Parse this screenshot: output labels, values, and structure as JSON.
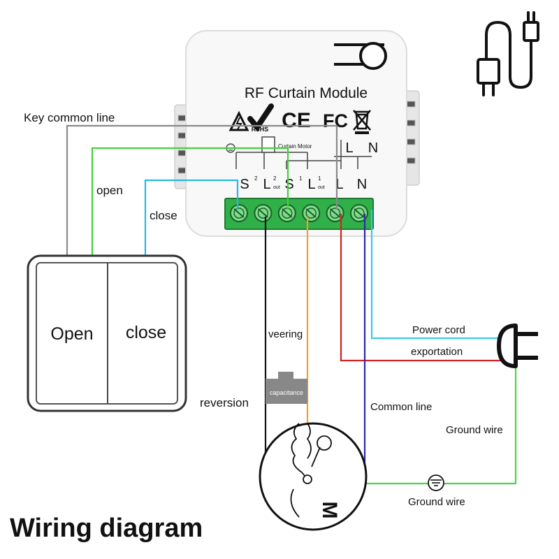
{
  "module": {
    "title": "RF Curtain Module",
    "cert_marks": [
      "RoHS",
      "CE",
      "FC"
    ],
    "inner_label": "Curtain Motor",
    "top_terminals": [
      "L",
      "N"
    ],
    "terminals": [
      {
        "main": "S",
        "sup": "2",
        "sub": ""
      },
      {
        "main": "L",
        "sup": "2",
        "sub": "out"
      },
      {
        "main": "S",
        "sup": "1",
        "sub": ""
      },
      {
        "main": "L",
        "sup": "1",
        "sub": "out"
      },
      {
        "main": "L",
        "sup": "",
        "sub": ""
      },
      {
        "main": "N",
        "sup": "",
        "sub": ""
      }
    ]
  },
  "labels": {
    "key_common_line": "Key common line",
    "open_wire": "open",
    "close_wire": "close",
    "veering": "veering",
    "reversion": "reversion",
    "capacitance": "capacitance",
    "power_cord": "Power cord",
    "exportation": "exportation",
    "common_line": "Common line",
    "ground_wire_right": "Ground wire",
    "ground_wire_bottom": "Ground wire",
    "motor_letter": "M"
  },
  "switch": {
    "left_label": "Open",
    "right_label": "close"
  },
  "footer": {
    "title": "Wiring diagram"
  },
  "icons": [
    "warning-triangle-icon",
    "check-mark-icon",
    "recycle-bin-icon",
    "ground-symbol-icon",
    "plug-icon",
    "usb-cable-icon"
  ],
  "colors": {
    "key_common": "#8a8a8a",
    "open": "#44d13c",
    "close": "#29b6e6",
    "veering": "#f0a030",
    "reversion": "#111111",
    "exportation": "#d42020",
    "common": "#2a2aa8",
    "power_cord": "#3cc8e6",
    "ground": "#4cd44c",
    "terminal_block": "#2fb048"
  }
}
